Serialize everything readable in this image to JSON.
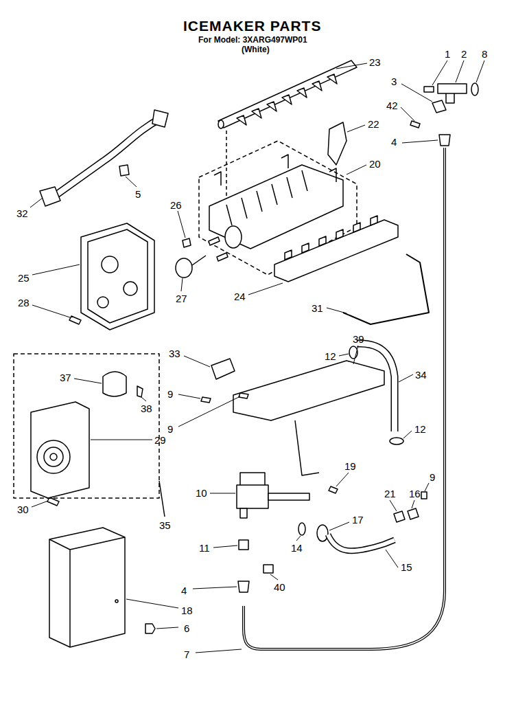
{
  "diagram": {
    "title": "ICEMAKER PARTS",
    "labels": [
      "For Model: 3XARG497WP01",
      "(White)",
      "23",
      "1",
      "2",
      "8",
      "3",
      "42",
      "22",
      "4",
      "20",
      "32",
      "5",
      "26",
      "25",
      "27",
      "28",
      "24",
      "31",
      "12",
      "34",
      "33",
      "39",
      "37",
      "9",
      "38",
      "29",
      "9",
      "12",
      "19",
      "9",
      "10",
      "21",
      "16",
      "17",
      "30",
      "35",
      "11",
      "14",
      "15",
      "4",
      "40",
      "18",
      "6",
      "7"
    ]
  }
}
